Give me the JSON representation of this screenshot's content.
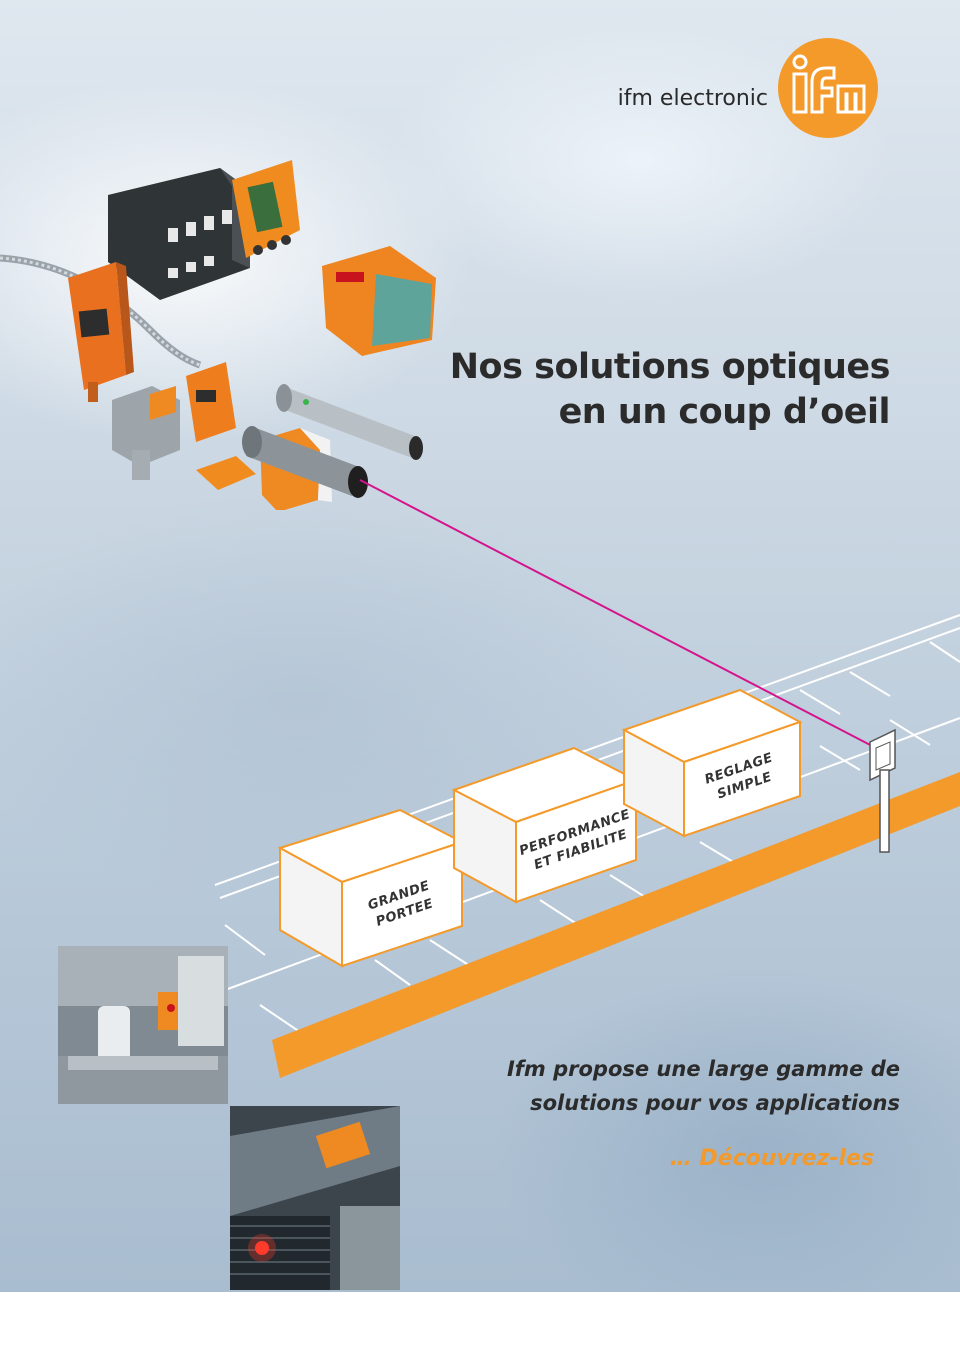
{
  "brand": {
    "name": "ifm electronic",
    "logo_text": "ifm"
  },
  "headline": {
    "line1": "Nos solutions optiques",
    "line2": "en un coup d’oeil"
  },
  "boxes": {
    "box1": {
      "line1": "GRANDE",
      "line2": "PORTEE"
    },
    "box2": {
      "line1": "PERFORMANCE",
      "line2": "ET FIABILITE"
    },
    "box3": {
      "line1": "REGLAGE",
      "line2": "SIMPLE"
    }
  },
  "tagline": {
    "line1": "Ifm propose une large gamme de",
    "line2": "solutions pour vos applications"
  },
  "cta": "… Découvrez-les",
  "colors": {
    "accent_orange": "#f39a2b",
    "beam_magenta": "#d4148c",
    "text_dark": "#2b2b2b"
  }
}
